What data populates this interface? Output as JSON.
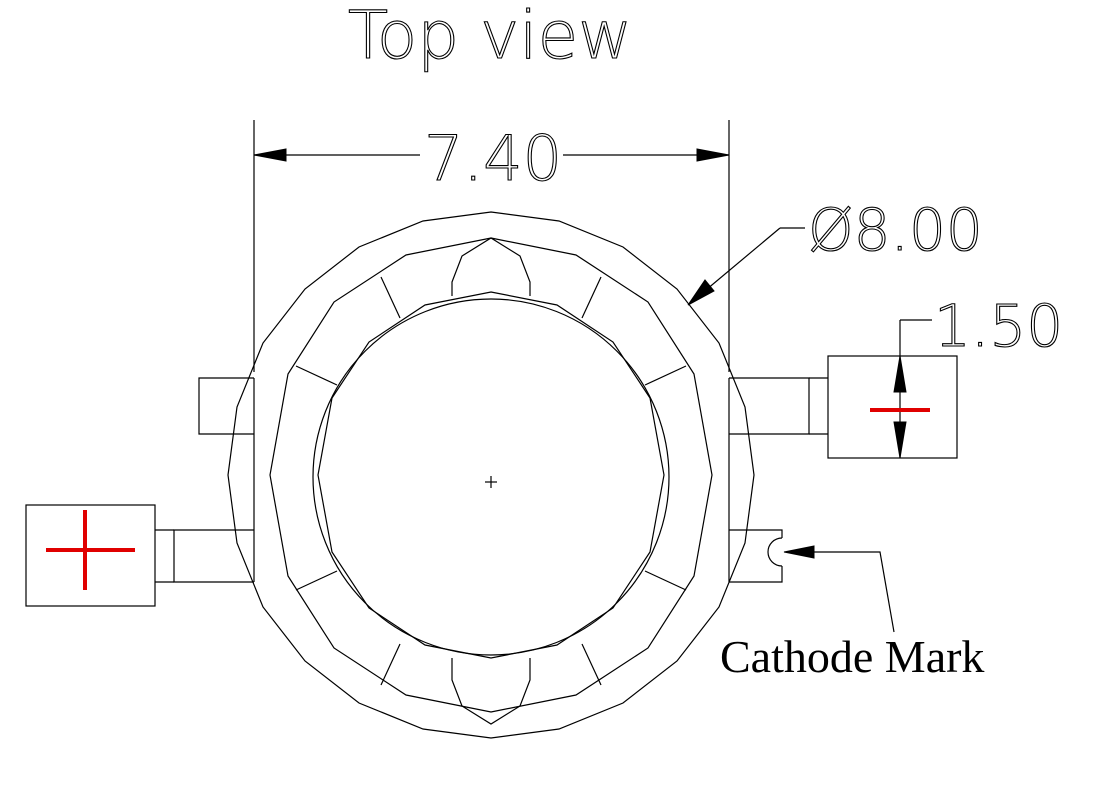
{
  "title": "Top view",
  "dimensions": {
    "width": "7.40",
    "diameter": "Ø8.00",
    "pad_height": "1.50"
  },
  "labels": {
    "cathode_mark": "Cathode Mark"
  },
  "colors": {
    "line": "#000000",
    "polarity_sign": "#e00000",
    "background": "#ffffff"
  },
  "icons": {
    "plus_sign": "plus-sign-icon",
    "minus_sign": "minus-sign-icon",
    "center_mark": "center-cross-icon"
  }
}
